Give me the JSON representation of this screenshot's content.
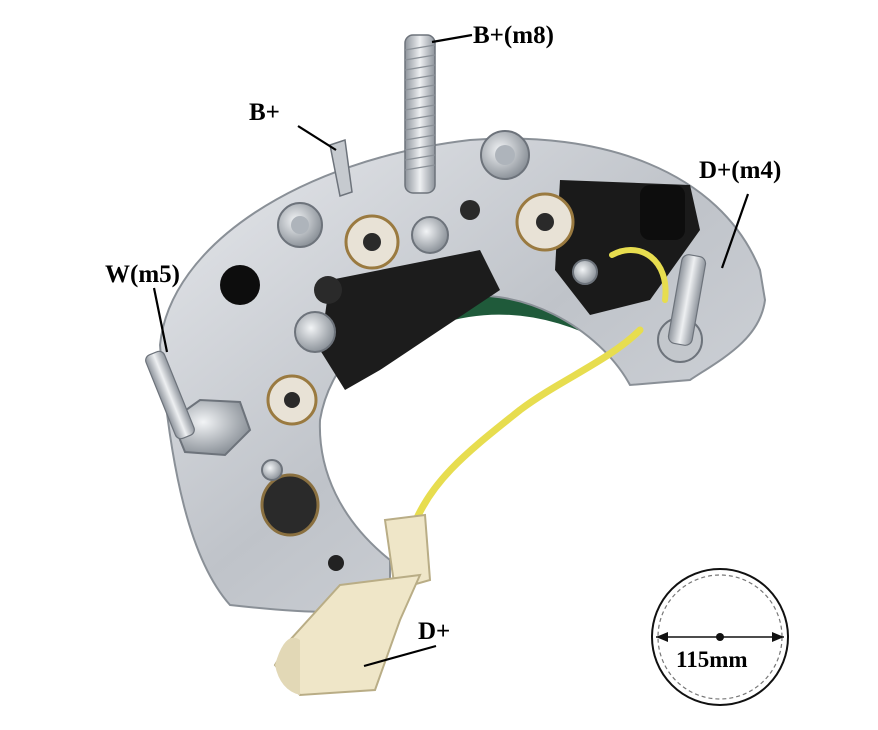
{
  "labels": {
    "b_plus_m8": "B+(m8)",
    "b_plus": "B+",
    "d_plus_m4": "D+(m4)",
    "w_m5": "W(m5)",
    "d_plus": "D+"
  },
  "dimension": {
    "diameter": "115mm"
  },
  "colors": {
    "background": "#ffffff",
    "plate": "#c9ccd1",
    "insulator": "#1a1a1a",
    "wire": "#e7dd4f",
    "connector": "#efe6c8",
    "label": "#000000"
  }
}
